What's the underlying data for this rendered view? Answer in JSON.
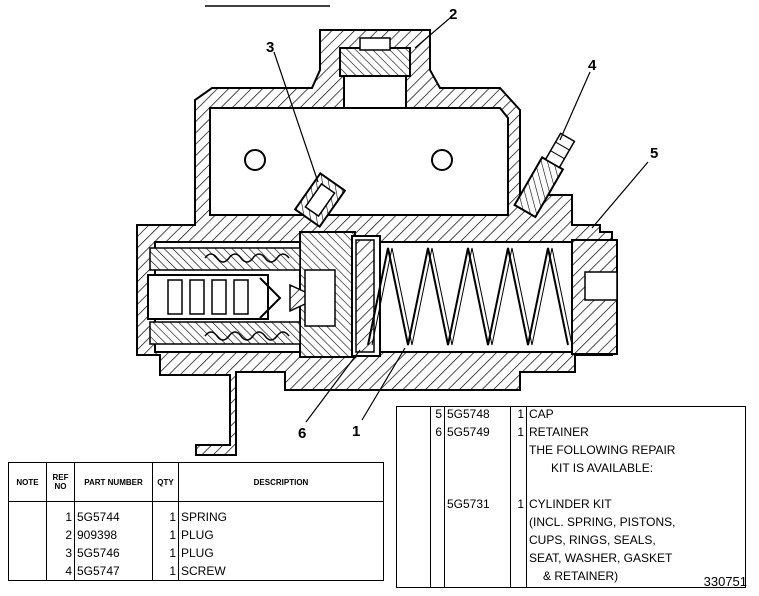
{
  "callouts": {
    "c1": "1",
    "c2": "2",
    "c3": "3",
    "c4": "4",
    "c5": "5",
    "c6": "6"
  },
  "table_left": {
    "headers": {
      "note": "NOTE",
      "ref_no": "REF NO",
      "part_number": "PART NUMBER",
      "qty": "QTY",
      "description": "DESCRIPTION"
    },
    "rows": [
      {
        "ref": "1",
        "part": "5G5744",
        "qty": "1",
        "desc": "SPRING"
      },
      {
        "ref": "2",
        "part": "909398",
        "qty": "1",
        "desc": "PLUG"
      },
      {
        "ref": "3",
        "part": "5G5746",
        "qty": "1",
        "desc": "PLUG"
      },
      {
        "ref": "4",
        "part": "5G5747",
        "qty": "1",
        "desc": "SCREW"
      }
    ]
  },
  "table_right": {
    "rows": [
      {
        "ref": "5",
        "part": "5G5748",
        "qty": "1",
        "desc": "CAP"
      },
      {
        "ref": "6",
        "part": "5G5749",
        "qty": "1",
        "desc": "RETAINER"
      },
      {
        "ref": "",
        "part": "",
        "qty": "",
        "desc": "THE FOLLOWING REPAIR"
      },
      {
        "ref": "",
        "part": "",
        "qty": "",
        "desc": "KIT IS AVAILABLE:"
      },
      {
        "ref": "",
        "part": "",
        "qty": "",
        "desc": ""
      },
      {
        "ref": "",
        "part": "5G5731",
        "qty": "1",
        "desc": "CYLINDER KIT"
      },
      {
        "ref": "",
        "part": "",
        "qty": "",
        "desc": "(INCL. SPRING, PISTONS,"
      },
      {
        "ref": "",
        "part": "",
        "qty": "",
        "desc": "CUPS, RINGS, SEALS,"
      },
      {
        "ref": "",
        "part": "",
        "qty": "",
        "desc": "SEAT, WASHER, GASKET"
      },
      {
        "ref": "",
        "part": "",
        "qty": "",
        "desc": "& RETAINER)"
      }
    ]
  },
  "figure_id": "330751"
}
